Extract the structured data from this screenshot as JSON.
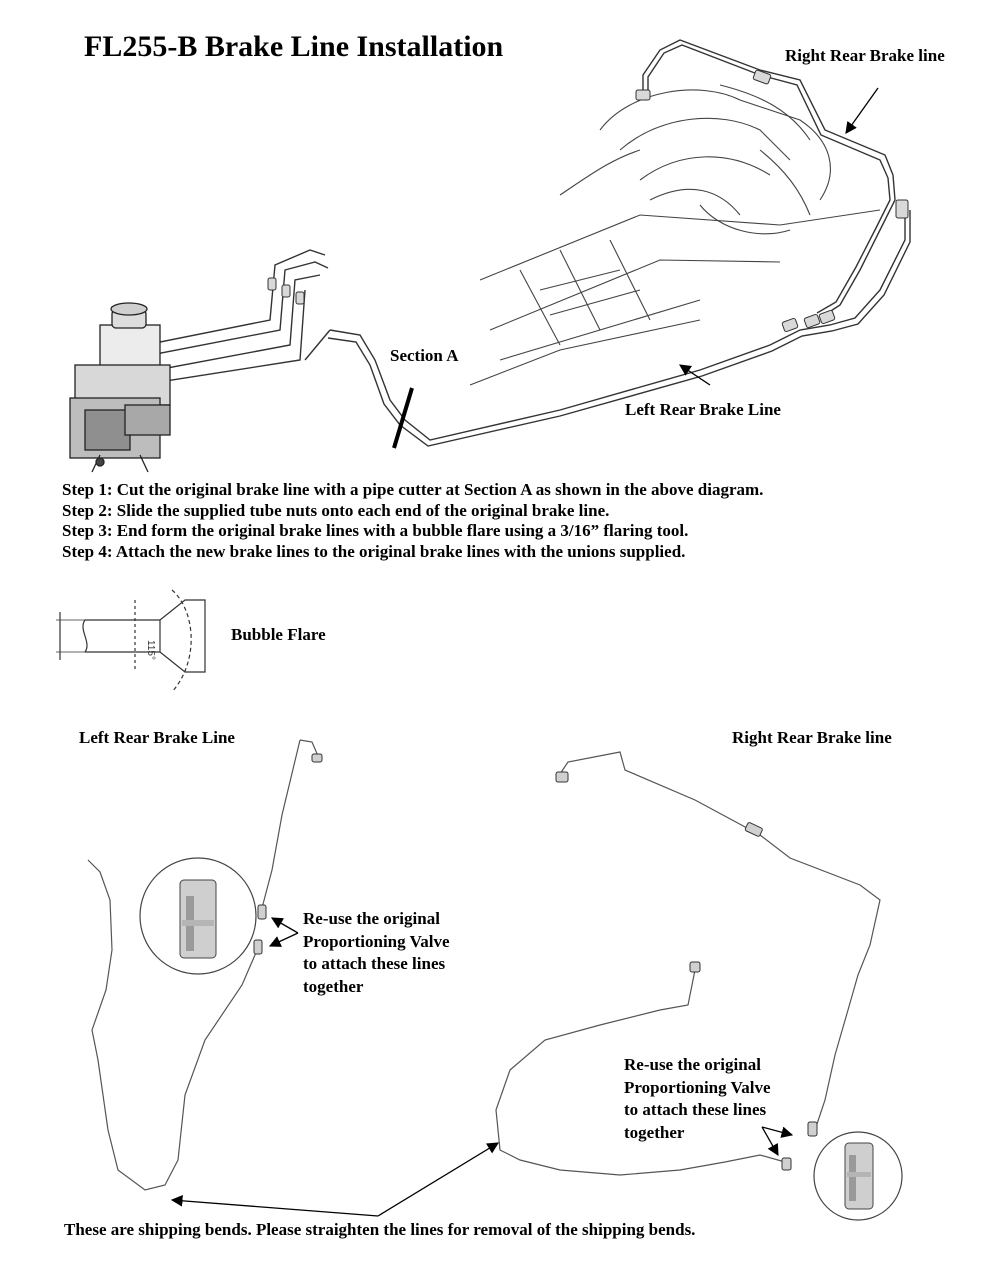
{
  "title": "FL255-B  Brake Line Installation",
  "labels": {
    "right_rear_top": "Right Rear Brake line",
    "section_a": "Section A",
    "left_rear_top": "Left Rear Brake Line",
    "bubble_flare": "Bubble Flare",
    "left_rear_bottom": "Left Rear Brake Line",
    "right_rear_bottom": "Right Rear Brake line",
    "flare_angle": "115°"
  },
  "steps": [
    "Step 1: Cut the original brake line with a pipe cutter at Section A as shown in the above diagram.",
    "Step 2: Slide the supplied tube nuts onto each end of the original brake line.",
    "Step 3: End form the original brake lines with a bubble flare using a 3/16” flaring tool.",
    "Step 4: Attach the new brake lines to the original brake lines with the unions supplied."
  ],
  "notes": {
    "left": [
      "Re-use the original",
      "Proportioning Valve",
      "to attach these lines",
      "together"
    ],
    "right": [
      "Re-use the original",
      "Proportioning Valve",
      "to attach these lines",
      "together"
    ]
  },
  "footer": "These are shipping bends. Please straighten the lines for removal of the shipping bends.",
  "colors": {
    "ink": "#000000",
    "line": "#555555",
    "metal": "#cfcfcf"
  }
}
